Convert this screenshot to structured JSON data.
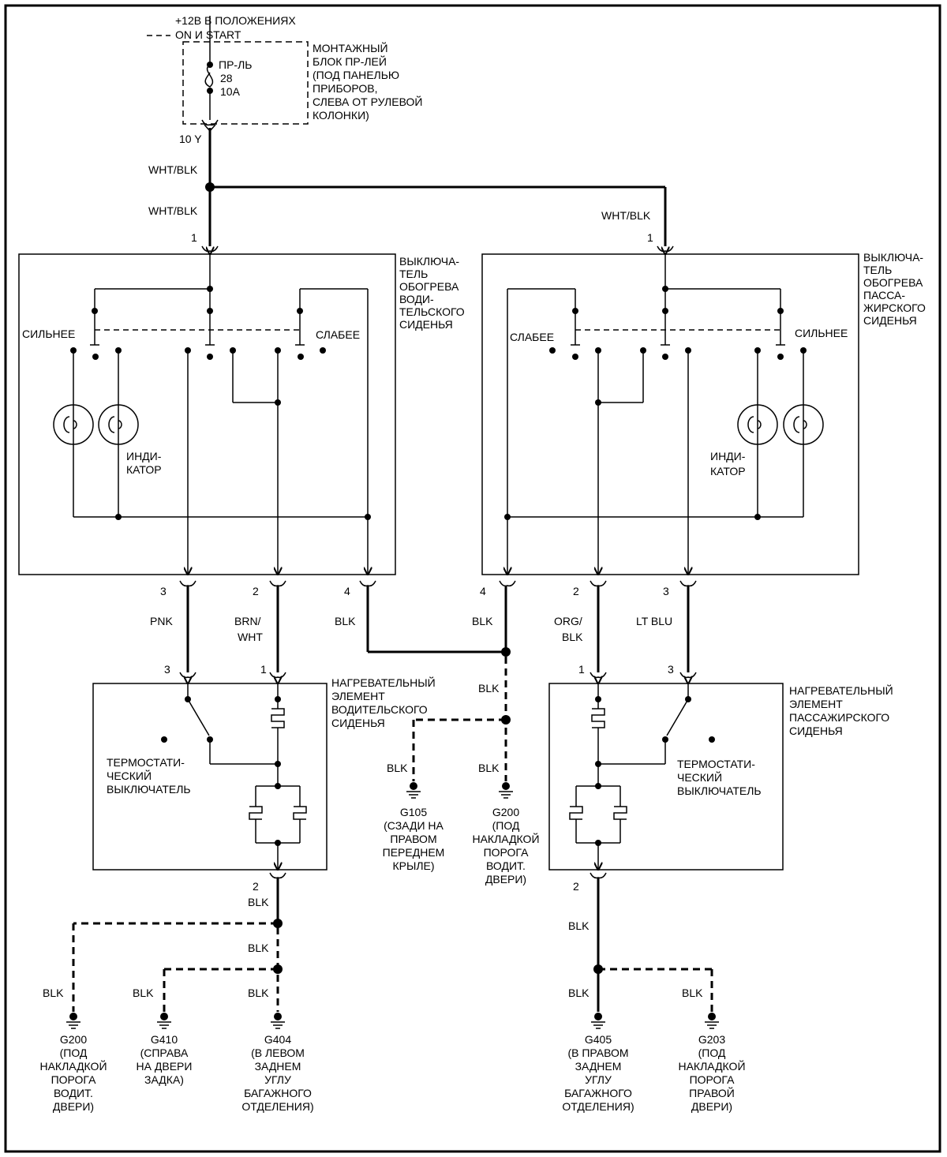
{
  "power": {
    "source_line1": "+12В В ПОЛОЖЕНИЯХ",
    "source_line2": "ON И START",
    "fuse_line1": "ПР-ЛЬ",
    "fuse_line2": "28",
    "fuse_line3": "10А",
    "fuse_block_lines": [
      "МОНТАЖНЫЙ",
      "БЛОК ПР-ЛЕЙ",
      "(ПОД ПАНЕЛЬЮ",
      "ПРИБОРОВ,",
      "СЛЕВА ОТ РУЛЕВОЙ",
      "КОЛОНКИ)"
    ],
    "connector_label": "10 Y",
    "wire_color": "WHT/BLK"
  },
  "driver_switch": {
    "title_lines": [
      "ВЫКЛЮЧА-",
      "ТЕЛЬ",
      "ОБОГРЕВА",
      "ВОДИ-",
      "ТЕЛЬСКОГО",
      "СИДЕНЬЯ"
    ],
    "high_label": "СИЛЬНЕЕ",
    "low_label": "СЛАБЕЕ",
    "indicator_lines": [
      "ИНДИ-",
      "КАТОР"
    ],
    "input_pin": "1",
    "input_wire": "WHT/BLK",
    "outputs": [
      {
        "pin": "3",
        "wire": "PNK"
      },
      {
        "pin": "2",
        "wire_line1": "BRN/",
        "wire_line2": "WHT"
      },
      {
        "pin": "4",
        "wire": "BLK"
      }
    ]
  },
  "passenger_switch": {
    "title_lines": [
      "ВЫКЛЮЧА-",
      "ТЕЛЬ",
      "ОБОГРЕВА",
      "ПАССА-",
      "ЖИРСКОГО",
      "СИДЕНЬЯ"
    ],
    "high_label": "СИЛЬНЕЕ",
    "low_label": "СЛАБЕЕ",
    "indicator_lines": [
      "ИНДИ-",
      "КАТОР"
    ],
    "input_pin": "1",
    "input_wire": "WHT/BLK",
    "outputs": [
      {
        "pin": "4",
        "wire": "BLK"
      },
      {
        "pin": "2",
        "wire_line1": "ORG/",
        "wire_line2": "BLK"
      },
      {
        "pin": "3",
        "wire": "LT BLU"
      }
    ]
  },
  "driver_heater": {
    "title_lines": [
      "НАГРЕВАТЕЛЬНЫЙ",
      "ЭЛЕМЕНТ",
      "ВОДИТЕЛЬСКОГО",
      "СИДЕНЬЯ"
    ],
    "thermostat_lines": [
      "ТЕРМОСТАТИ-",
      "ЧЕСКИЙ",
      "ВЫКЛЮЧАТЕЛЬ"
    ],
    "pin_left": "3",
    "pin_right": "1",
    "pin_out": "2",
    "out_wire": "BLK"
  },
  "passenger_heater": {
    "title_lines": [
      "НАГРЕВАТЕЛЬНЫЙ",
      "ЭЛЕМЕНТ",
      "ПАССАЖИРСКОГО",
      "СИДЕНЬЯ"
    ],
    "thermostat_lines": [
      "ТЕРМОСТАТИ-",
      "ЧЕСКИЙ",
      "ВЫКЛЮЧАТЕЛЬ"
    ],
    "pin_left": "1",
    "pin_right": "3",
    "pin_out": "2",
    "out_wire": "BLK"
  },
  "middle": {
    "wire_label": "BLK"
  },
  "grounds": [
    {
      "lines": [
        "G105",
        "(СЗАДИ НА",
        "ПРАВОМ",
        "ПЕРЕДНЕМ",
        "КРЫЛЕ)"
      ]
    },
    {
      "lines": [
        "G200",
        "(ПОД",
        "НАКЛАДКОЙ",
        "ПОРОГА",
        "ВОДИТ.",
        "ДВЕРИ)"
      ]
    },
    {
      "lines": [
        "G200",
        "(ПОД",
        "НАКЛАДКОЙ",
        "ПОРОГА",
        "ВОДИТ.",
        "ДВЕРИ)"
      ]
    },
    {
      "lines": [
        "G410",
        "(СПРАВА",
        "НА ДВЕРИ",
        "ЗАДКА)"
      ]
    },
    {
      "lines": [
        "G404",
        "(В ЛЕВОМ",
        "ЗАДНЕМ",
        "УГЛУ",
        "БАГАЖНОГО",
        "ОТДЕЛЕНИЯ)"
      ]
    },
    {
      "lines": [
        "G405",
        "(В ПРАВОМ",
        "ЗАДНЕМ",
        "УГЛУ",
        "БАГАЖНОГО",
        "ОТДЕЛЕНИЯ)"
      ]
    },
    {
      "lines": [
        "G203",
        "(ПОД",
        "НАКЛАДКОЙ",
        "ПОРОГА",
        "ПРАВОЙ",
        "ДВЕРИ)"
      ]
    }
  ],
  "icons": [
    "ground-icon",
    "lamp-icon",
    "fuse-icon",
    "heater-coil-icon",
    "connector-icon"
  ]
}
